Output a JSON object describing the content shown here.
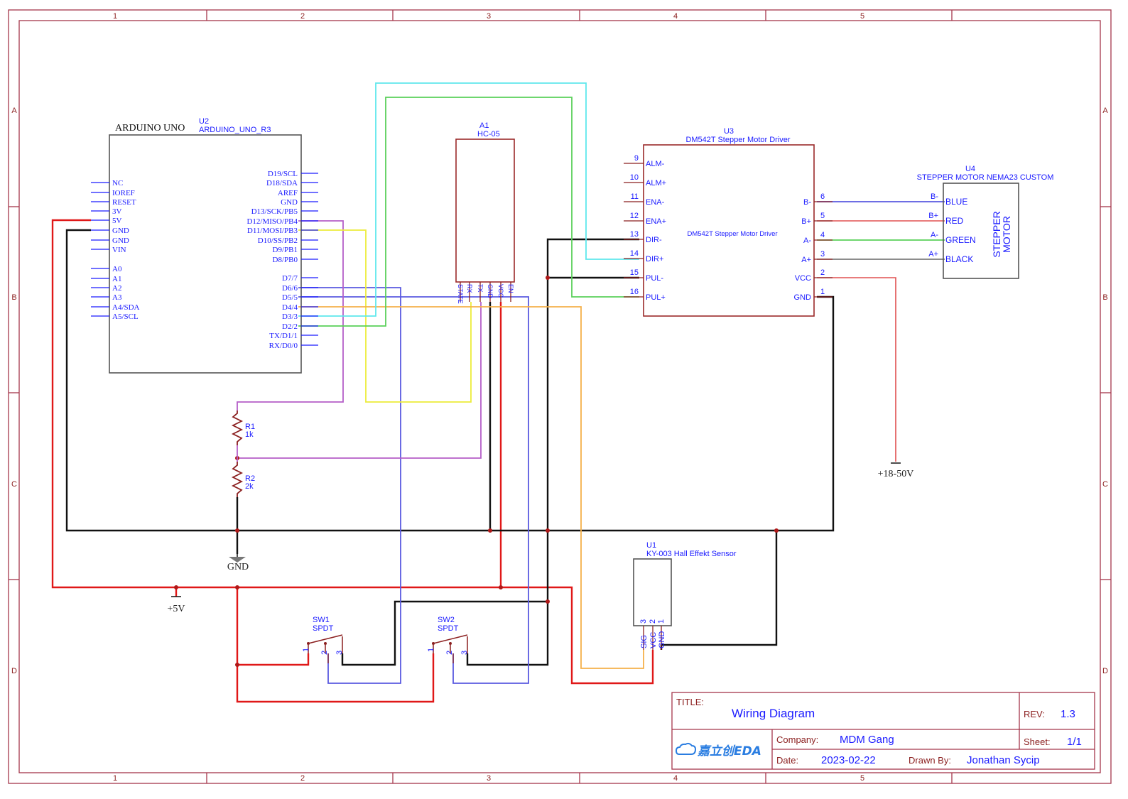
{
  "border": {
    "col_labels": [
      "1",
      "2",
      "3",
      "4",
      "5"
    ],
    "row_labels": [
      "A",
      "B",
      "C",
      "D"
    ]
  },
  "arduino": {
    "ref": "U2",
    "name": "ARDUINO_UNO_R3",
    "header": "ARDUINO UNO",
    "left_pins": [
      "NC",
      "IOREF",
      "RESET",
      "3V",
      "5V",
      "GND",
      "GND",
      "VIN",
      "A0",
      "A1",
      "A2",
      "A3",
      "A4/SDA",
      "A5/SCL"
    ],
    "right_pins": [
      "D19/SCL",
      "D18/SDA",
      "AREF",
      "GND",
      "D13/SCK/PB5",
      "D12/MISO/PB4",
      "D11/MOSI/PB3",
      "D10/SS/PB2",
      "D9/PB1",
      "D8/PB0",
      "D7/7",
      "D6/6",
      "D5/5",
      "D4/4",
      "D3/3",
      "D2/2",
      "TX/D1/1",
      "RX/D0/0"
    ]
  },
  "hc05": {
    "ref": "A1",
    "name": "HC-05",
    "pins": [
      "STATE",
      "RX",
      "TX",
      "GND",
      "VCC",
      "EN"
    ]
  },
  "driver": {
    "ref": "U3",
    "name": "DM542T Stepper Motor Driver",
    "inner_label": "DM542T Stepper Motor Driver",
    "left_pins": [
      {
        "num": "9",
        "label": "ALM-"
      },
      {
        "num": "10",
        "label": "ALM+"
      },
      {
        "num": "11",
        "label": "ENA-"
      },
      {
        "num": "12",
        "label": "ENA+"
      },
      {
        "num": "13",
        "label": "DIR-"
      },
      {
        "num": "14",
        "label": "DIR+"
      },
      {
        "num": "15",
        "label": "PUL-"
      },
      {
        "num": "16",
        "label": "PUL+"
      }
    ],
    "right_pins": [
      {
        "num": "6",
        "label": "B-"
      },
      {
        "num": "5",
        "label": "B+"
      },
      {
        "num": "4",
        "label": "A-"
      },
      {
        "num": "3",
        "label": "A+"
      },
      {
        "num": "2",
        "label": "VCC"
      },
      {
        "num": "1",
        "label": "GND"
      }
    ]
  },
  "motor": {
    "ref": "U4",
    "name": "STEPPER MOTOR NEMA23 CUSTOM",
    "body_label_1": "STEPPER",
    "body_label_2": "MOTOR",
    "pins": [
      {
        "ext": "B-",
        "label": "BLUE"
      },
      {
        "ext": "B+",
        "label": "RED"
      },
      {
        "ext": "A-",
        "label": "GREEN"
      },
      {
        "ext": "A+",
        "label": "BLACK"
      }
    ]
  },
  "hall": {
    "ref": "U1",
    "name": "KY-003 Hall Effekt Sensor",
    "pin_nums": [
      "3",
      "2",
      "1"
    ],
    "pin_labels": [
      "SIG",
      "VCC",
      "GND"
    ]
  },
  "resistors": [
    {
      "ref": "R1",
      "value": "1k"
    },
    {
      "ref": "R2",
      "value": "2k"
    }
  ],
  "switches": [
    {
      "ref": "SW1",
      "type": "SPDT",
      "pins": [
        "1",
        "2",
        "3"
      ]
    },
    {
      "ref": "SW2",
      "type": "SPDT",
      "pins": [
        "1",
        "2",
        "3"
      ]
    }
  ],
  "power": {
    "gnd": "GND",
    "v5": "+5V",
    "vmotor": "+18-50V"
  },
  "title_block": {
    "title_label": "TITLE:",
    "title": "Wiring Diagram",
    "rev_label": "REV:",
    "rev": "1.3",
    "company_label": "Company:",
    "company": "MDM Gang",
    "sheet_label": "Sheet:",
    "sheet": "1/1",
    "date_label": "Date:",
    "date": "2023-02-22",
    "drawn_label": "Drawn By:",
    "drawn_by": "Jonathan Sycip",
    "logo": "嘉立创EDA"
  }
}
